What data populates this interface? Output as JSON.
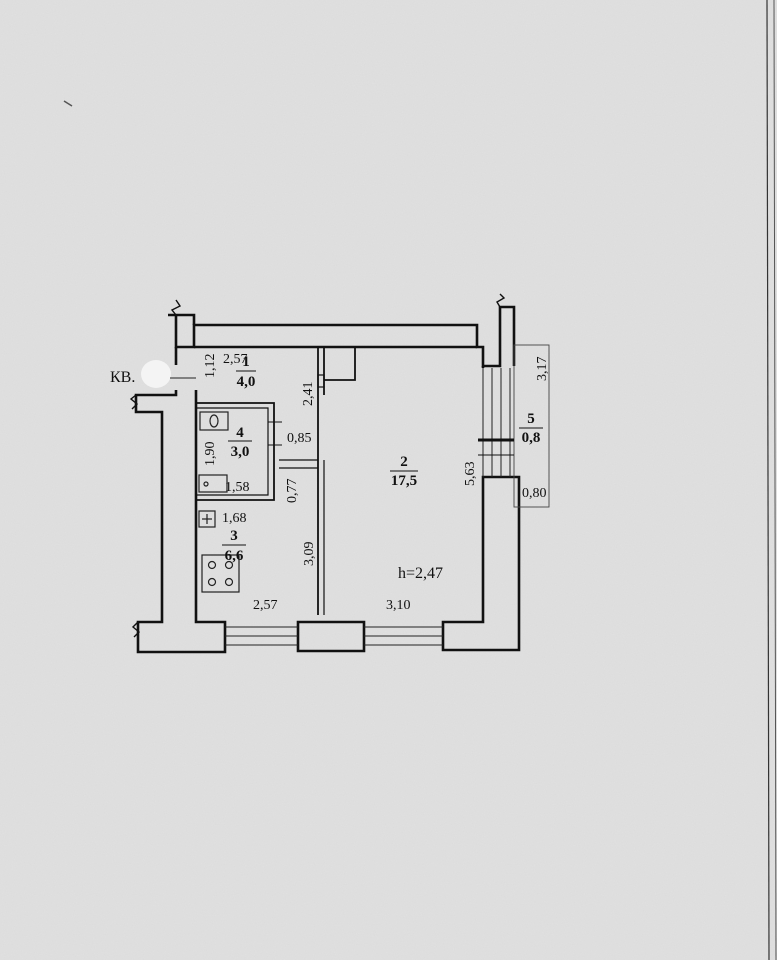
{
  "plan": {
    "apartment_label": "КВ.",
    "height_note": "h=2,47",
    "rooms": [
      {
        "number": "1",
        "area": "4,0"
      },
      {
        "number": "2",
        "area": "17,5"
      },
      {
        "number": "3",
        "area": "6,6"
      },
      {
        "number": "4",
        "area": "3,0"
      },
      {
        "number": "5",
        "area": "0,8"
      }
    ],
    "dimensions": {
      "hall_length": "2,57",
      "hall_width": "1,12",
      "room_partition_top": "2,41",
      "bath_height": "1,90",
      "bath_side": "0,85",
      "bath_width": "1,58",
      "corridor_width": "0,77",
      "kitchen_top": "1,68",
      "kitchen_length": "3,09",
      "kitchen_width": "2,57",
      "room_width": "3,10",
      "room_length": "5,63",
      "balcony_length": "3,17",
      "balcony_width": "0,80"
    }
  }
}
